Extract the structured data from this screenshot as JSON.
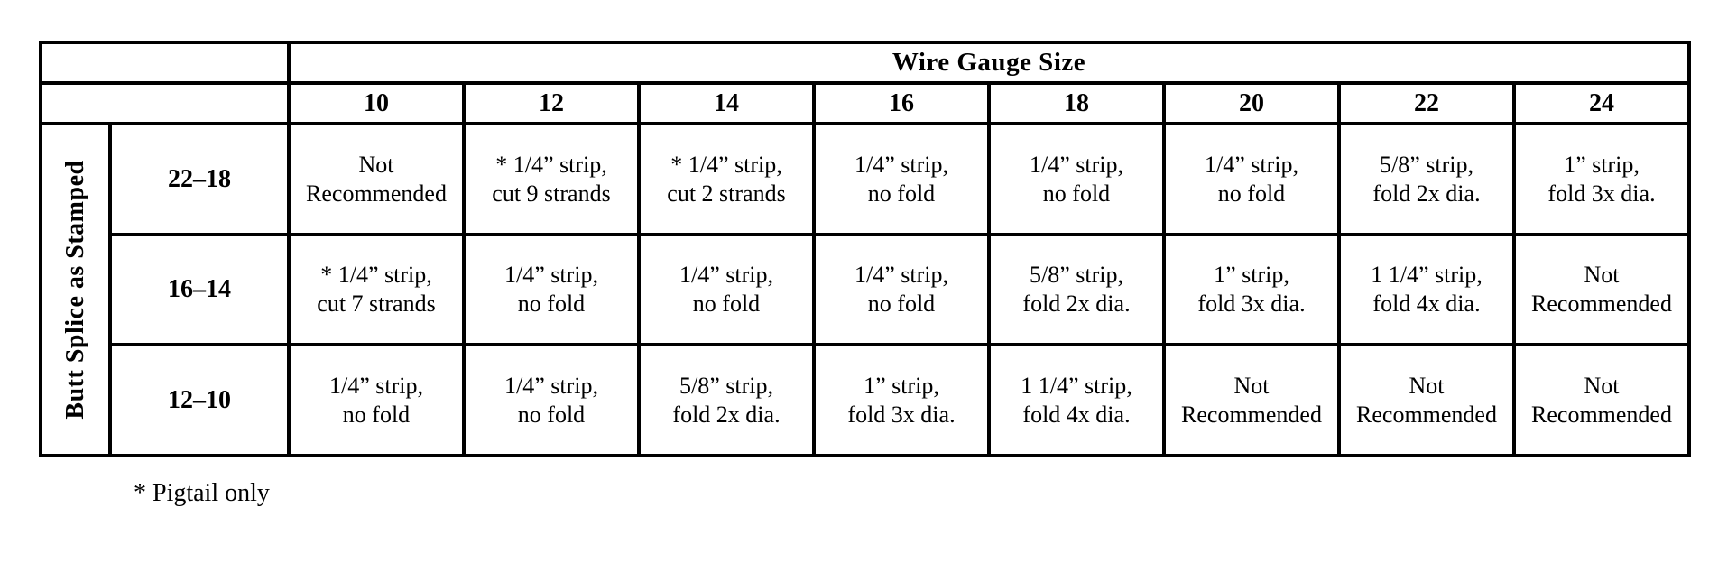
{
  "header": {
    "title": "Wire Gauge Size",
    "columns": [
      "10",
      "12",
      "14",
      "16",
      "18",
      "20",
      "22",
      "24"
    ]
  },
  "side_label": "Butt Splice as Stamped",
  "rows": [
    {
      "label": "22–18",
      "cells": [
        "Not\nRecommended",
        "* 1/4” strip,\ncut 9 strands",
        "* 1/4” strip,\ncut 2 strands",
        "1/4” strip,\nno fold",
        "1/4” strip,\nno fold",
        "1/4” strip,\nno fold",
        "5/8” strip,\nfold 2x dia.",
        "1” strip,\nfold 3x dia."
      ]
    },
    {
      "label": "16–14",
      "cells": [
        "* 1/4” strip,\ncut 7 strands",
        "1/4” strip,\nno fold",
        "1/4” strip,\nno fold",
        "1/4” strip,\nno fold",
        "5/8” strip,\nfold 2x dia.",
        "1” strip,\nfold 3x dia.",
        "1 1/4” strip,\nfold 4x dia.",
        "Not\nRecommended"
      ]
    },
    {
      "label": "12–10",
      "cells": [
        "1/4” strip,\nno fold",
        "1/4” strip,\nno fold",
        "5/8” strip,\nfold 2x dia.",
        "1” strip,\nfold 3x dia.",
        "1 1/4” strip,\nfold 4x dia.",
        "Not\nRecommended",
        "Not\nRecommended",
        "Not\nRecommended"
      ]
    }
  ],
  "footnote": "* Pigtail only",
  "colors": {
    "ink": "#000000",
    "background": "#ffffff"
  }
}
